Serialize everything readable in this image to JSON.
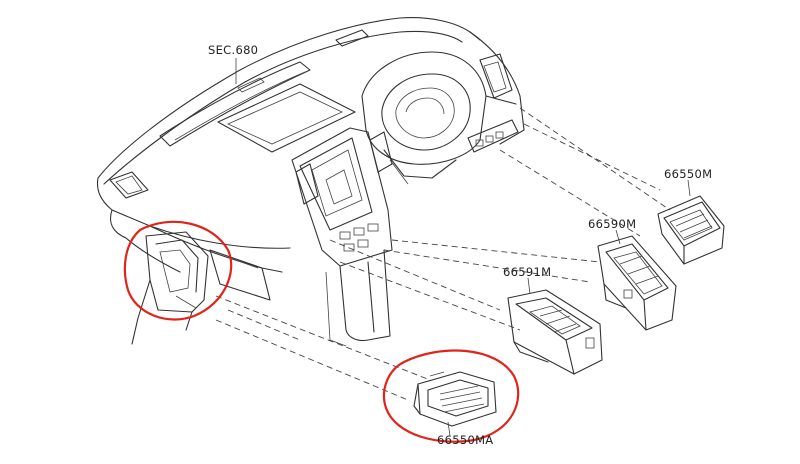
{
  "labels": {
    "sec": "SEC.680",
    "p66550M": "66550M",
    "p66590M": "66590M",
    "p66591M": "66591M",
    "p66550MA": "66550MA"
  },
  "colors": {
    "line": "#333333",
    "highlight": "#e2231a",
    "background": "#ffffff"
  }
}
